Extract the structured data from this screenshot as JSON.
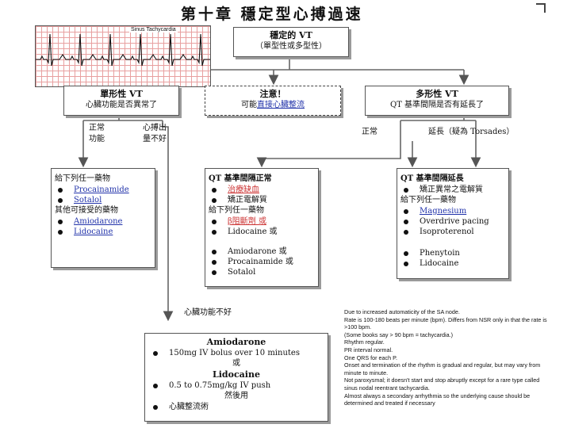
{
  "slide": {
    "title": "第十章 穩定型心搏過速",
    "ecg_label": "Sinus Tachycardia",
    "top_box": {
      "line1": "穩定的 VT",
      "line2": "（單型性或多型性）"
    },
    "left_box": {
      "line1": "單形性 VT",
      "line2": "心臟功能是否異常了"
    },
    "mid_box": {
      "line1": "注意！",
      "prefix": "可能",
      "link": "直接心臟整流"
    },
    "right_box": {
      "line1": "多形性 VT",
      "line2": "QT 基準間隔是否有延長了"
    },
    "left_branch": {
      "normal": "正常\n功能",
      "poor": "心搏出\n量不好"
    },
    "right_branch": {
      "normal": "正常",
      "long": "延長（疑為 Torsades）"
    },
    "box_left_drugs": {
      "heading": "給下列任一藥物",
      "items": [
        "Procainamide",
        "Sotalol"
      ],
      "subheading": "其他可接受的藥物",
      "items2": [
        "Amiodarone",
        "Lidocaine"
      ]
    },
    "box_mid_drugs": {
      "heading": "QT 基準間隔正常",
      "items": [
        "治療缺血",
        "矯正電解質"
      ],
      "subheading": "給下列任一藥物",
      "items2": [
        "β阻斷劑 或",
        "Lidocaine 或"
      ],
      "items3": [
        "Amiodarone 或",
        "Procainamide 或",
        "Sotalol"
      ]
    },
    "box_right_drugs": {
      "heading": "QT 基準間隔延長",
      "items": [
        "矯正異常之電解質"
      ],
      "subheading": "給下列任一藥物",
      "items2": [
        "Magnesium",
        "Overdrive pacing",
        "Isoproterenol"
      ],
      "items3": [
        "Phenytoin",
        "Lidocaine"
      ]
    },
    "poor_label": "心臟功能不好",
    "bottom_box": {
      "drug1": "Amiodarone",
      "dose1": "150mg IV bolus over 10 minutes",
      "or": "或",
      "drug2": "Lidocaine",
      "dose2": "0.5 to 0.75mg/kg IV push",
      "then": "然後用",
      "last": "心臟整流術"
    },
    "notes": [
      "Due to increased automaticity of the SA node.",
      "Rate is 100-180 beats per minute (bpm). Differs from NSR only in that the rate is >100 bpm.",
      "(Some books say > 90 bpm = tachycardia.)",
      "Rhythm regular.",
      "PR interval normal.",
      "One QRS for each P.",
      "Onset and termination of the rhythm is gradual and regular, but may vary from minute to minute.",
      "Not paroxysmal; it doesn't start and stop abruptly except for a rare type called sinus nodal reentrant tachycardia.",
      "Almost always a secondary arrhythmia so the underlying cause should be determined and treated if necessary"
    ]
  }
}
